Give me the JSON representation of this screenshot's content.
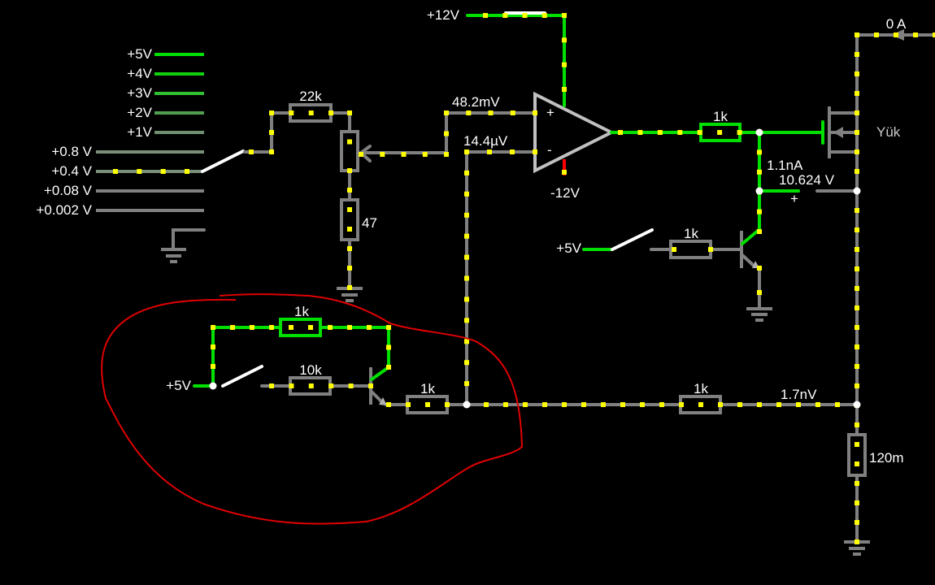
{
  "app": "circuit-simulator",
  "voltage_sources": [
    {
      "label": "+5V",
      "color": "#00e000"
    },
    {
      "label": "+4V",
      "color": "#10d010"
    },
    {
      "label": "+3V",
      "color": "#30c030"
    },
    {
      "label": "+2V",
      "color": "#50a050"
    },
    {
      "label": "+1V",
      "color": "#709070"
    },
    {
      "label": "+0.8 V",
      "color": "#7a8f7a"
    },
    {
      "label": "+0.4 V",
      "color": "#7a8f7a"
    },
    {
      "label": "+0.08 V",
      "color": "#808080"
    },
    {
      "label": "+0.002 V",
      "color": "#808080"
    }
  ],
  "components": {
    "r_22k": "22k",
    "r_47": "47",
    "opamp_plus_voltage": "48.2mV",
    "opamp_minus_voltage": "14.4µV",
    "opamp_plus_sign": "+",
    "opamp_minus_sign": "-",
    "supply_pos": "+12V",
    "supply_neg": "-12V",
    "r_out_1k": "1k",
    "current_source": "0 A",
    "load_label": "Yük",
    "probe_current": "1.1nA",
    "probe_voltage": "10.624 V",
    "probe_plus": "+",
    "switch2_source": "+5V",
    "r_base_1k": "1k",
    "r_feedback_1k": "1k",
    "r_mid_1k": "1k",
    "sense_voltage": "1.7nV",
    "r_shunt": "120m",
    "switch3_source": "+5V",
    "r_top_1k": "1k",
    "r_10k": "10k",
    "r_emitter_1k": "1k"
  },
  "colors": {
    "wire_active": "#00e000",
    "wire_idle": "#808080",
    "current_dot": "#ffff00",
    "annotation": "#e00000",
    "background": "#000000"
  }
}
